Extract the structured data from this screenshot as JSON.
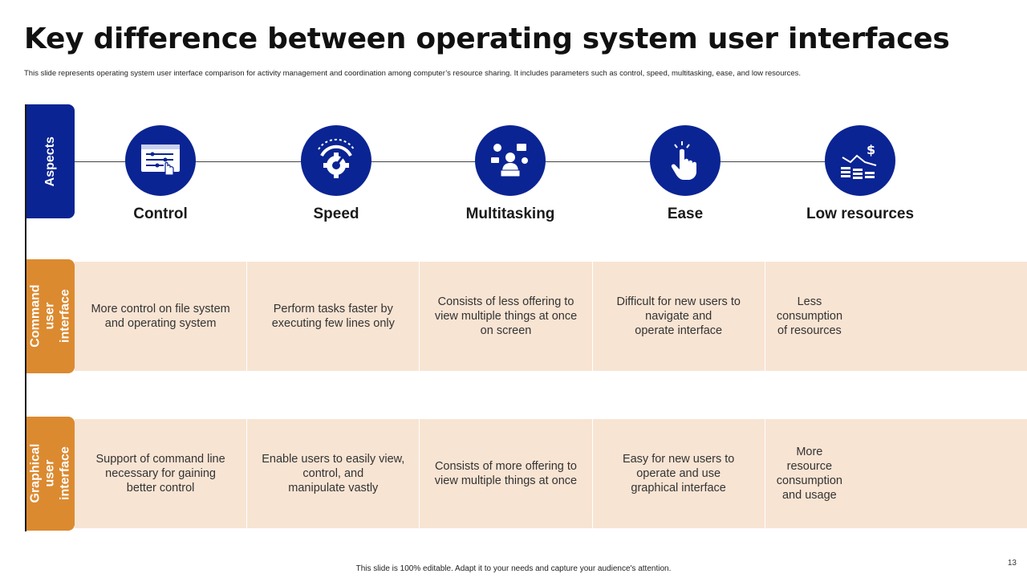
{
  "slide": {
    "title": "Key difference between operating system user interfaces",
    "subtitle": "This slide represents operating system user interface comparison for activity management and coordination among computer’s resource sharing. It includes parameters such as control, speed, multitasking,  ease, and low resources.",
    "footer": "This slide is 100% editable.  Adapt it to your needs and capture your audience's attention.",
    "page_number": "13"
  },
  "sections": {
    "aspects": "Aspects",
    "command": "Command\nuser interface",
    "graphical": "Graphical\nuser interface"
  },
  "aspects": [
    {
      "label": "Control",
      "icon": "control-panel-icon"
    },
    {
      "label": "Speed",
      "icon": "speedometer-gear-icon"
    },
    {
      "label": "Multitasking",
      "icon": "multitasking-person-icon"
    },
    {
      "label": "Ease",
      "icon": "tap-hand-icon"
    },
    {
      "label": "Low resources",
      "icon": "coins-dollar-icon"
    }
  ],
  "command_row": [
    "More control on file system\nand operating system",
    "Perform tasks faster by\nexecuting few lines only",
    "Consists of less offering to\nview multiple things at once\non screen",
    "Difficult for new users to\nnavigate and\noperate interface",
    "Less consumption\nof resources"
  ],
  "graphical_row": [
    "Support of command line\nnecessary for gaining\nbetter control",
    "Enable users to easily view,\ncontrol, and\nmanipulate vastly",
    "Consists of more offering to\nview multiple things at once",
    "Easy for new users to\noperate and use\ngraphical interface",
    "More resource consumption\nand usage"
  ],
  "colors": {
    "navy": "#0a2493",
    "orange": "#db8a30",
    "peach": "#f8e4d3"
  }
}
